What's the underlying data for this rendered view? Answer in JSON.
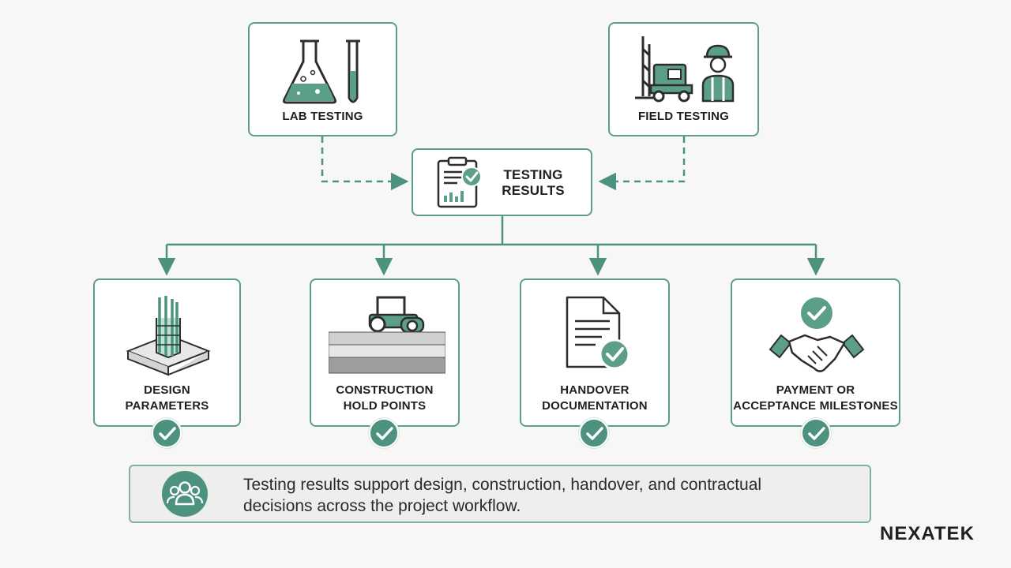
{
  "sources": {
    "lab": {
      "label": "LAB TESTING",
      "icon": "lab-flask-icon"
    },
    "field": {
      "label": "FIELD TESTING",
      "icon": "drill-rig-worker-icon"
    }
  },
  "hub": {
    "line1": "TESTING",
    "line2": "RESULTS",
    "icon": "clipboard-check-chart-icon"
  },
  "outcomes": [
    {
      "line1": "DESIGN",
      "line2": "PARAMETERS",
      "icon": "foundation-rebar-icon"
    },
    {
      "line1": "CONSTRUCTION",
      "line2": "HOLD POINTS",
      "icon": "roller-compactor-icon"
    },
    {
      "line1": "HANDOVER",
      "line2": "DOCUMENTATION",
      "icon": "document-check-icon"
    },
    {
      "line1": "PAYMENT OR",
      "line2": "ACCEPTANCE MILESTONES",
      "icon": "handshake-check-icon"
    }
  ],
  "summary": {
    "line1": "Testing results support design, construction, handover, and contractual",
    "line2": "decisions across the project workflow.",
    "icon": "team-icon"
  },
  "brand": {
    "name": "NEXATEK"
  },
  "colors": {
    "accent": "#4c927e",
    "border": "#5b9e8a",
    "background": "#f7f7f6"
  }
}
